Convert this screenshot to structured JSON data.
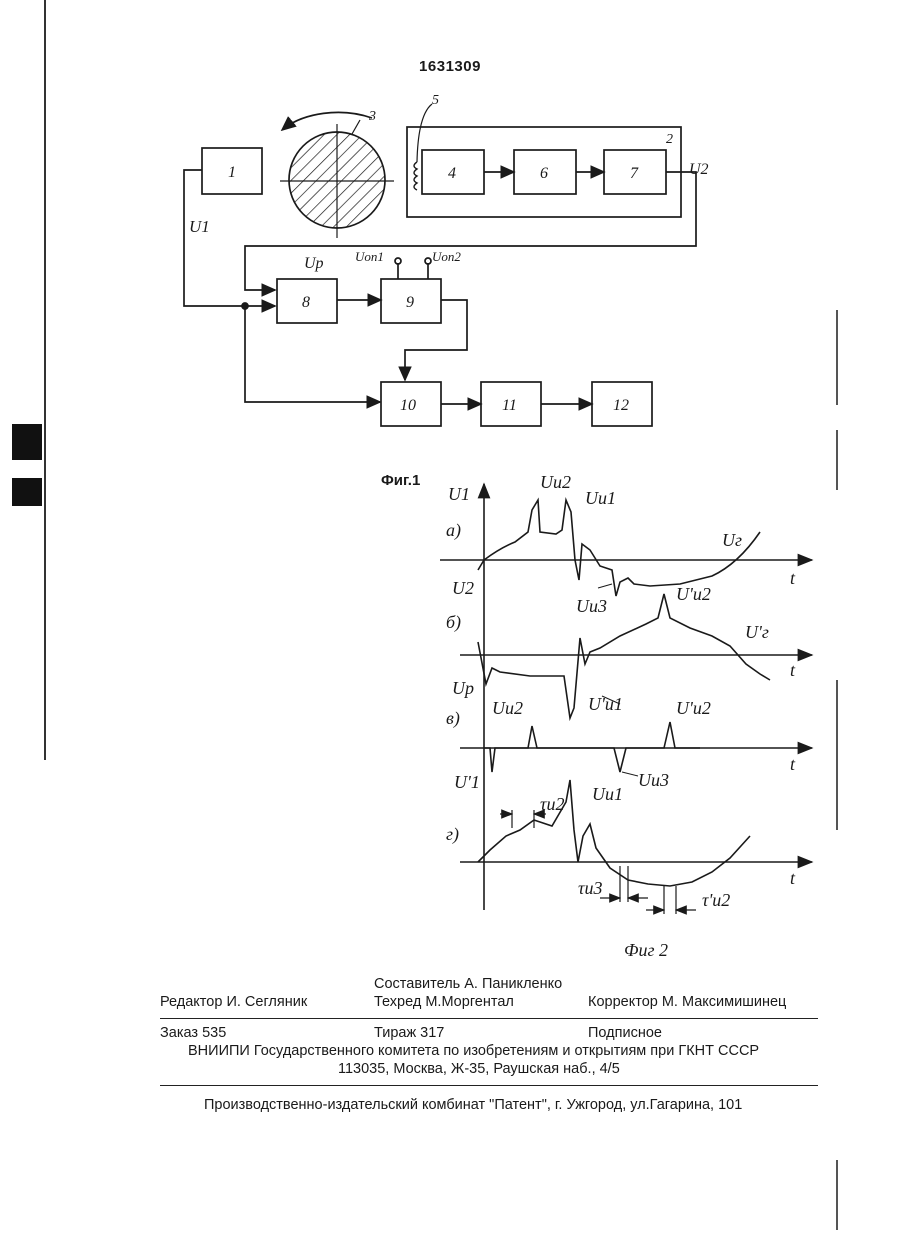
{
  "header": {
    "patent_number": "1631309"
  },
  "figure1": {
    "caption": "Фиг.1",
    "blocks": [
      "1",
      "4",
      "6",
      "7",
      "8",
      "9",
      "10",
      "11",
      "12"
    ],
    "labels": {
      "disc": "3",
      "coil": "5",
      "unit2": "2",
      "u1": "U1",
      "u2": "U2",
      "up": "Up",
      "uon1": "Uоп1",
      "uon2": "Uоп2"
    }
  },
  "figure2": {
    "caption": "Фиг 2",
    "panels": [
      {
        "letter": "а)",
        "axis": "U1",
        "labels": [
          "Uи2",
          "Uи1",
          "Uи3",
          "Uг"
        ],
        "t": "t"
      },
      {
        "letter": "б)",
        "axis": "U2",
        "labels": [
          "U'и2",
          "U'г",
          "U'и1"
        ],
        "t": "t"
      },
      {
        "letter": "в)",
        "axis": "Up",
        "labels": [
          "Uи2",
          "U'и2",
          "Uи3"
        ],
        "t": "t"
      },
      {
        "letter": "г)",
        "axis": "U'1",
        "labels": [
          "τи2",
          "Uи1",
          "τи3",
          "τ'и2"
        ],
        "t": "t"
      }
    ]
  },
  "footer": {
    "compiler": "Составитель  А. Паникленко",
    "editor": "Редактор  И. Сегляник",
    "techred": "Техред М.Моргентал",
    "corrector": "Корректор М. Максимишинец",
    "order": "Заказ  535",
    "circulation": "Тираж 317",
    "subscription": "Подписное",
    "org": "ВНИИПИ Государственного комитета по изобретениям и открытиям при ГКНТ СССР",
    "address": "113035, Москва, Ж-35, Раушская наб., 4/5",
    "publisher": "Производственно-издательский комбинат \"Патент\", г. Ужгород, ул.Гагарина, 101"
  },
  "colors": {
    "ink": "#1a1a1a",
    "paper": "#ffffff"
  }
}
